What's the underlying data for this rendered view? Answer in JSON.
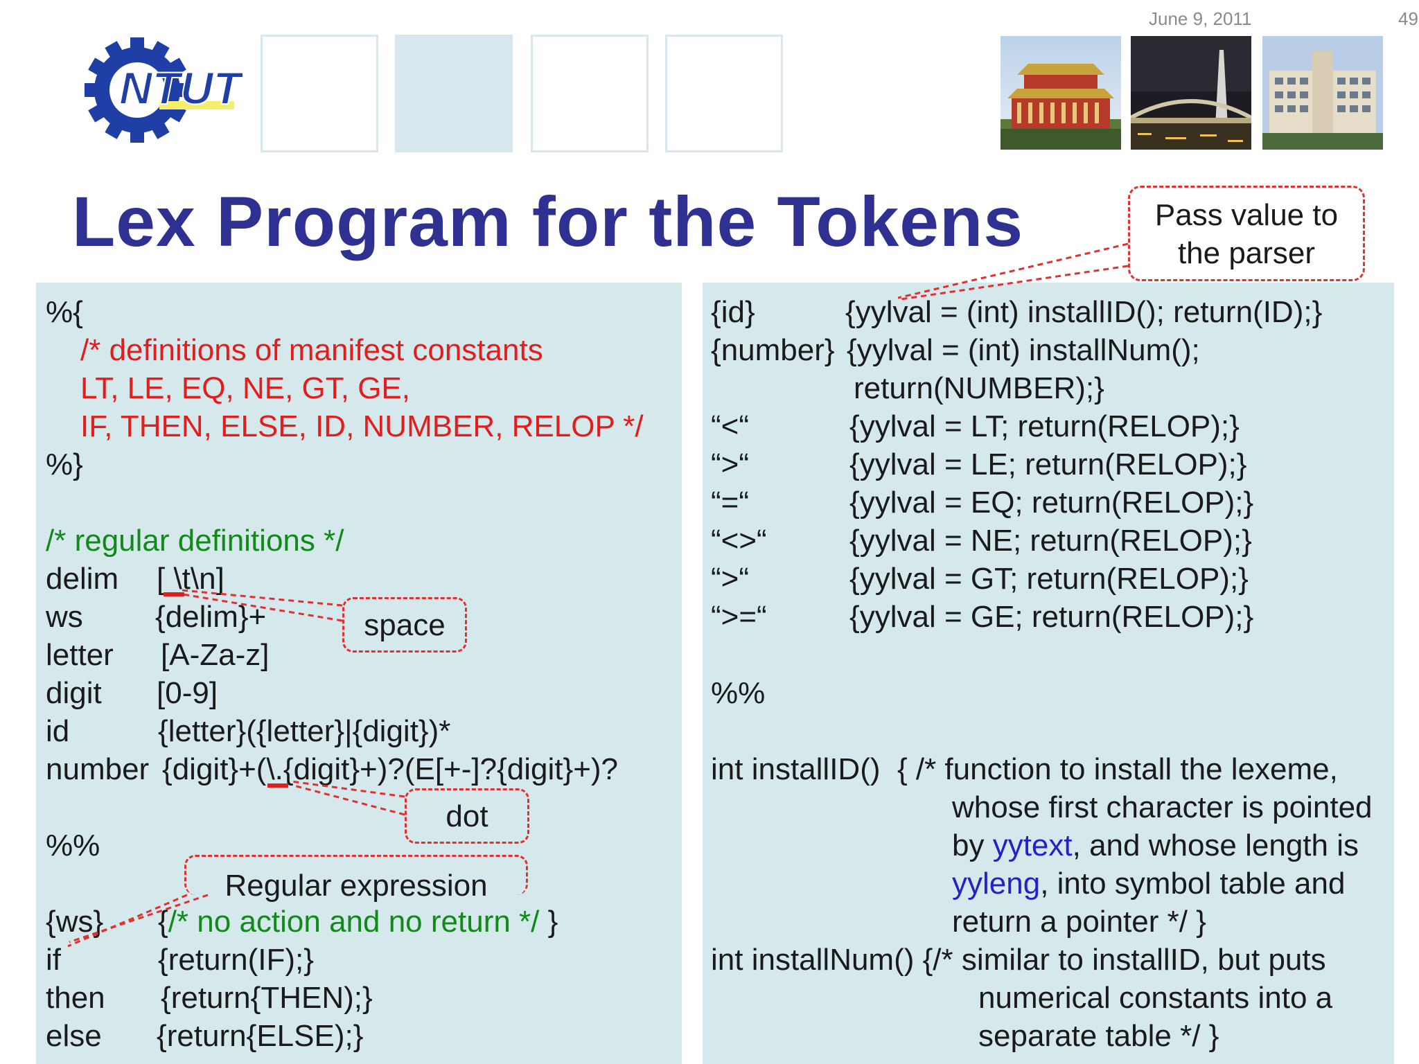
{
  "header": {
    "date": "June 9, 2011",
    "page_number": "49",
    "logo_text": "NTUT"
  },
  "title": "Lex Program for the Tokens",
  "left_code": {
    "open": "%{",
    "comment_lines": [
      "/* definitions of manifest constants",
      "LT, LE, EQ, NE, GT, GE,",
      "IF, THEN, ELSE, ID, NUMBER, RELOP */"
    ],
    "close": "%}",
    "regdef_comment": "/* regular definitions */",
    "definitions": [
      {
        "name": "delim",
        "value": "[ \\t\\n]"
      },
      {
        "name": "ws",
        "value": "{delim}+"
      },
      {
        "name": "letter",
        "value": "[A-Za-z]"
      },
      {
        "name": "digit",
        "value": "[0-9]"
      },
      {
        "name": "id",
        "value": "{letter}({letter}|{digit})*"
      },
      {
        "name": "number",
        "value": "{digit}+(\\.{digit}+)?(E[+-]?{digit}+)?"
      }
    ],
    "separator": "%%",
    "rules": [
      {
        "pattern": "{ws}",
        "action_open": "{",
        "action_comment": "/* no action and no return */",
        "action_close": " }"
      },
      {
        "pattern": "if",
        "action": "{return(IF);}"
      },
      {
        "pattern": "then",
        "action": "{return{THEN);}"
      },
      {
        "pattern": "else",
        "action": "{return{ELSE);}"
      }
    ]
  },
  "right_code": {
    "rules": [
      {
        "pattern": "{id}",
        "action": "{yylval = (int) installID(); return(ID);}"
      },
      {
        "pattern": "{number}",
        "action": "{yylval = (int) installNum();"
      },
      {
        "pattern": "",
        "action": "return(NUMBER);}"
      },
      {
        "pattern": "“<“",
        "action": "{yylval = LT; return(RELOP);}"
      },
      {
        "pattern": "“>“",
        "action": "{yylval = LE; return(RELOP);}"
      },
      {
        "pattern": "“=“",
        "action": "{yylval = EQ; return(RELOP);}"
      },
      {
        "pattern": "“<>“",
        "action": "{yylval = NE; return(RELOP);}"
      },
      {
        "pattern": "“>“",
        "action": "{yylval = GT; return(RELOP);}"
      },
      {
        "pattern": "“>=“",
        "action": "{yylval = GE; return(RELOP);}"
      }
    ],
    "separator": "%%",
    "installid_head": "int installID()  { /* function to install the lexeme,",
    "installid_l2": "whose first character is pointed",
    "installid_l3_pre": "by ",
    "installid_l3_kw": "yytext",
    "installid_l3_post": ", and whose length is",
    "installid_l4_kw": "yyleng",
    "installid_l4_post": ", into symbol table and",
    "installid_l5": "return a pointer */ }",
    "installnum_head": "int installNum() {/* similar to installID, but puts",
    "installnum_l2": "numerical constants into a",
    "installnum_l3": "separate table */ }"
  },
  "callouts": {
    "parser": [
      "Pass value to",
      "the parser"
    ],
    "space": "space",
    "dot": "dot",
    "regex": "Regular expression"
  },
  "colors": {
    "title": "#2e3192",
    "panel": "#d5e8ec",
    "comment_red": "#e31c1c",
    "comment_green": "#118a1a",
    "keyword_blue": "#2322c8",
    "callout_border": "#e03030"
  }
}
